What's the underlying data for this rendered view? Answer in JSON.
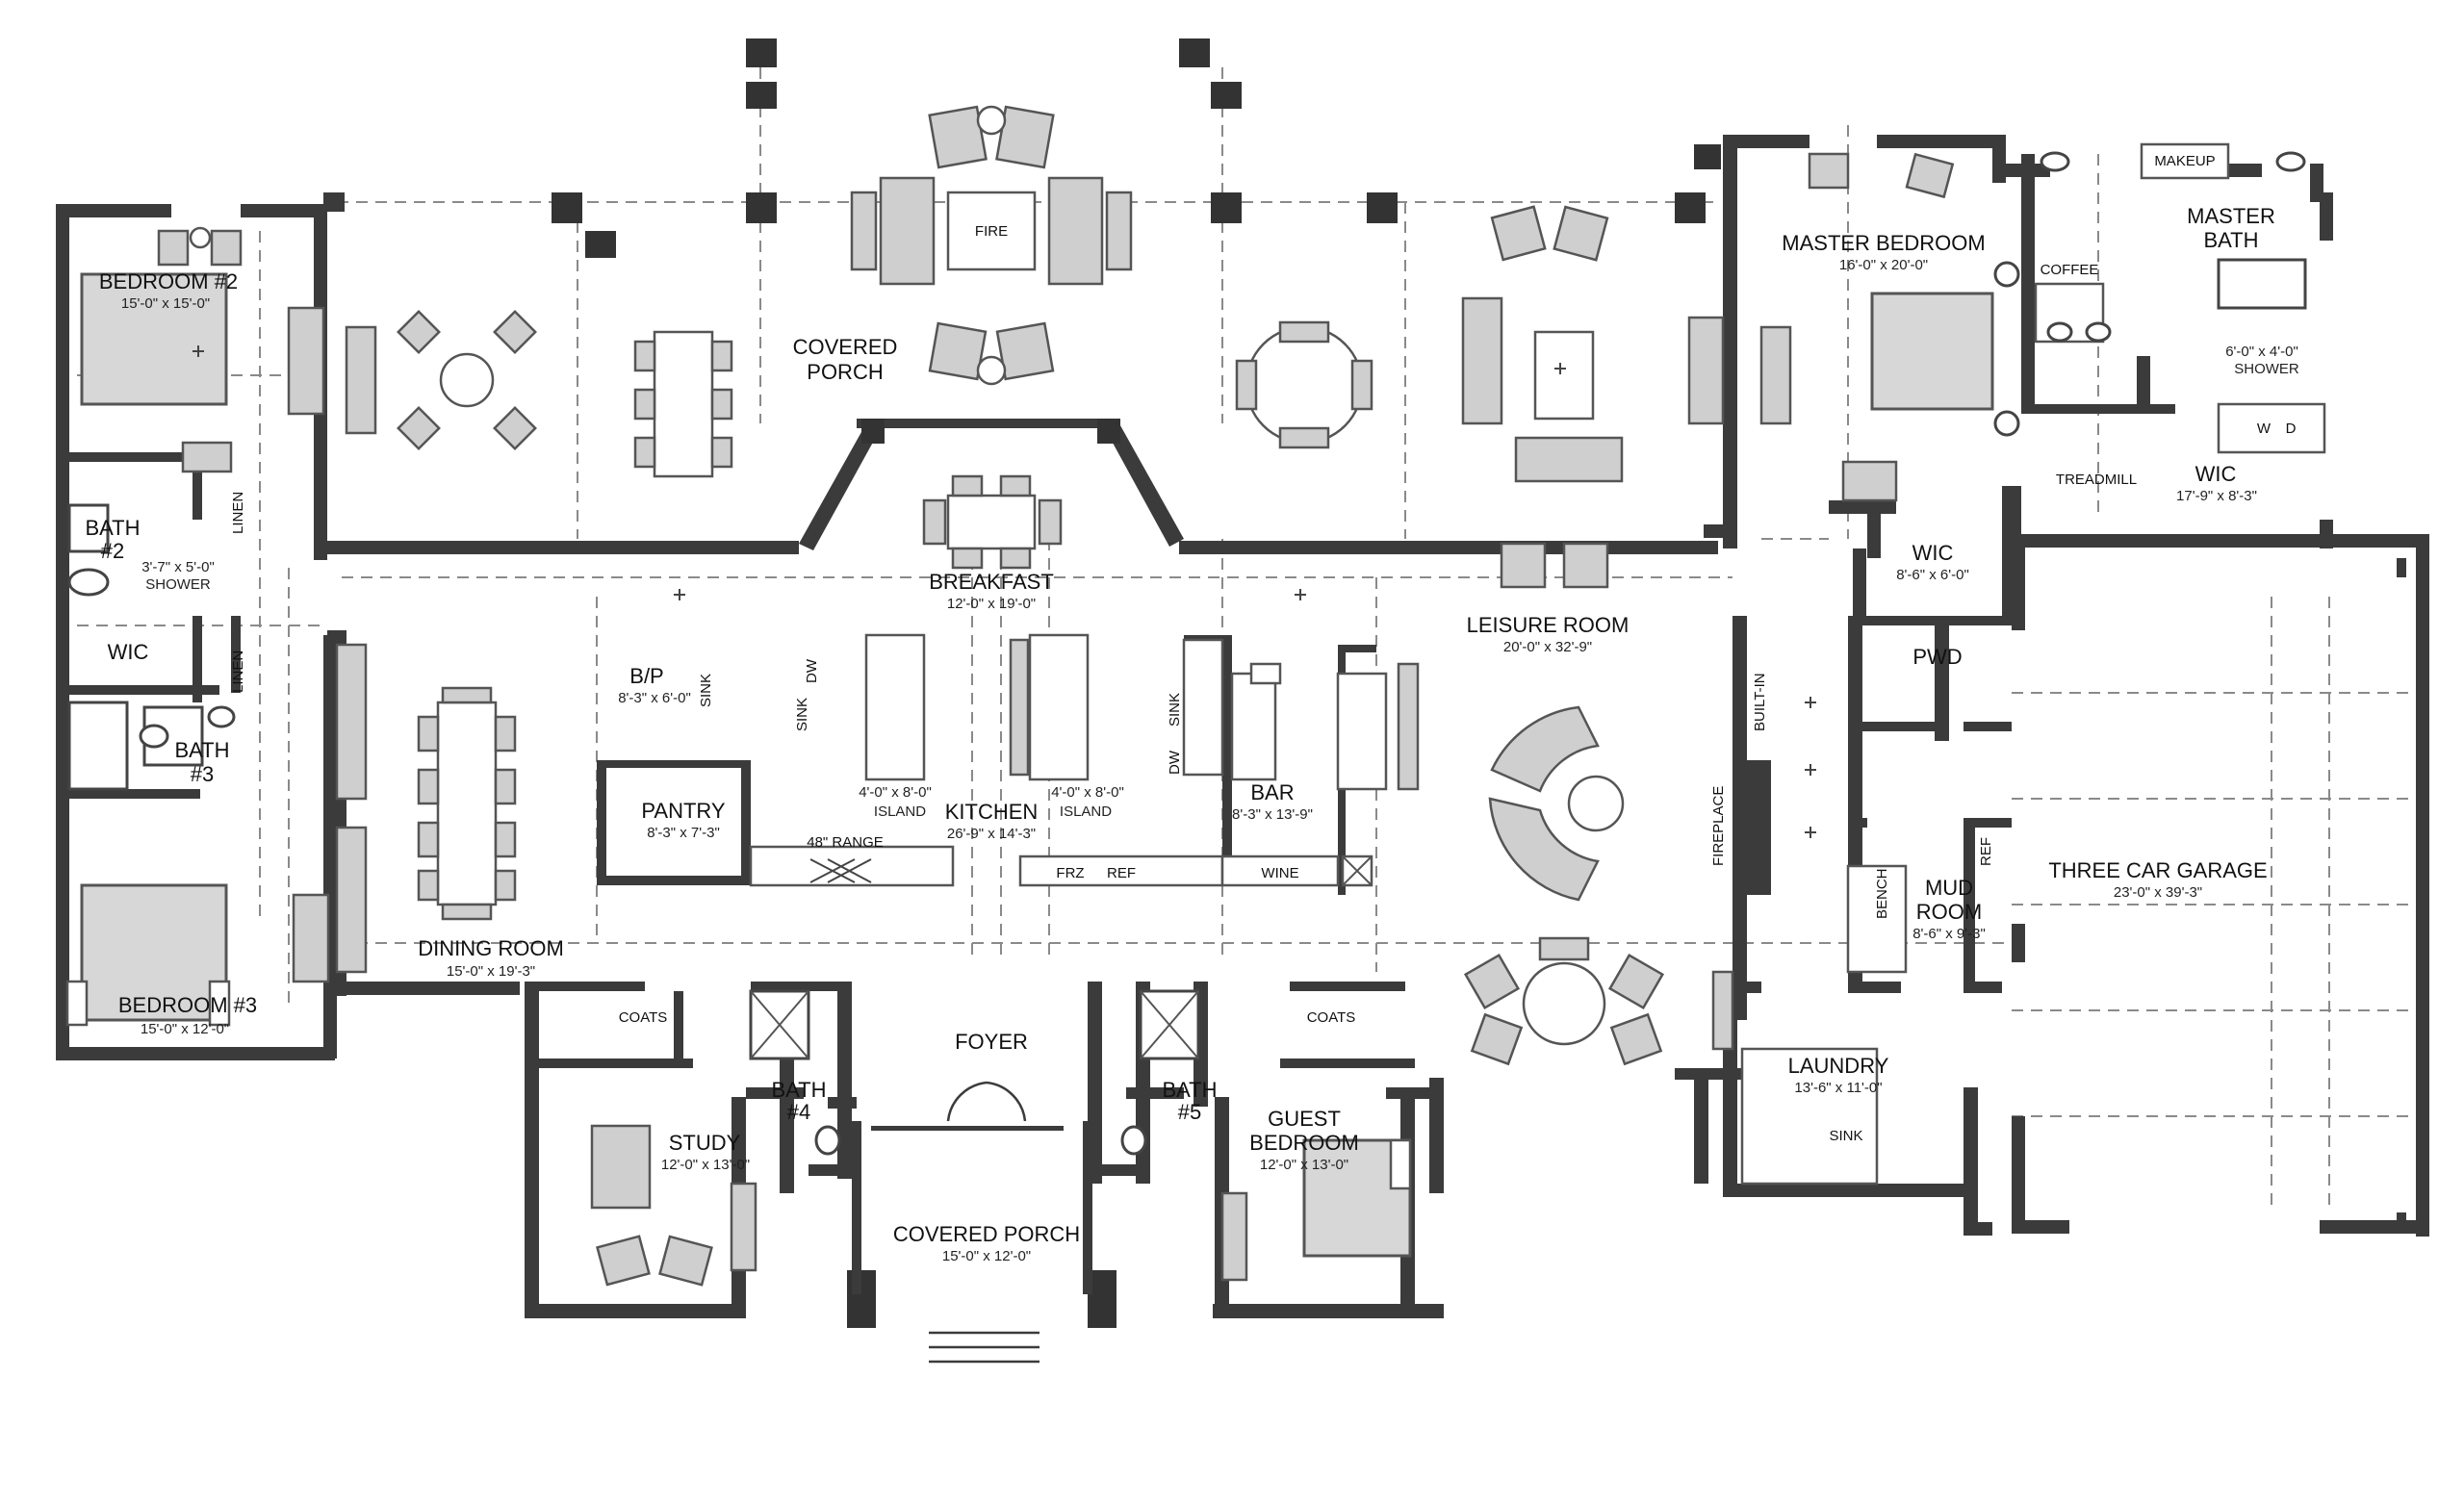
{
  "rooms": {
    "bedroom2": {
      "name": "BEDROOM #2",
      "dim": "15'-0\" x 15'-0\""
    },
    "bedroom3": {
      "name": "BEDROOM #3",
      "dim": "15'-0\" x 12'-0\""
    },
    "bath2": {
      "name": "BATH",
      "num": "#2",
      "shower_dim": "3'-7\" x 5'-0\"",
      "shower": "SHOWER"
    },
    "bath3": {
      "name": "BATH",
      "num": "#3"
    },
    "bath4": {
      "name": "BATH",
      "num": "#4"
    },
    "bath5": {
      "name": "BATH",
      "num": "#5"
    },
    "wic_left": {
      "name": "WIC"
    },
    "covered_porch_rear": {
      "line1": "COVERED",
      "line2": "PORCH"
    },
    "fire": {
      "name": "FIRE"
    },
    "breakfast": {
      "name": "BREAKFAST",
      "dim": "12'-0\" x 19'-0\""
    },
    "bp": {
      "name": "B/P",
      "dim": "8'-3\" x 6'-0\""
    },
    "pantry": {
      "name": "PANTRY",
      "dim": "8'-3\" x 7'-3\""
    },
    "kitchen": {
      "name": "KITCHEN",
      "dim": "26'-9\" x 14'-3\""
    },
    "island_left": {
      "dim": "4'-0\" x 8'-0\"",
      "name": "ISLAND"
    },
    "island_right": {
      "dim": "4'-0\" x 8'-0\"",
      "name": "ISLAND"
    },
    "bar": {
      "name": "BAR",
      "dim": "8'-3\" x 13'-9\""
    },
    "dining": {
      "name": "DINING ROOM",
      "dim": "15'-0\" x 19'-3\""
    },
    "foyer": {
      "name": "FOYER"
    },
    "study": {
      "name": "STUDY",
      "dim": "12'-0\" x 13'-0\""
    },
    "guest": {
      "line1": "GUEST",
      "line2": "BEDROOM",
      "dim": "12'-0\" x 13'-0\""
    },
    "covered_porch_front": {
      "name": "COVERED PORCH",
      "dim": "15'-0\" x 12'-0\""
    },
    "leisure": {
      "name": "LEISURE ROOM",
      "dim": "20'-0\" x 32'-9\""
    },
    "master_bedroom": {
      "name": "MASTER BEDROOM",
      "dim": "16'-0\" x 20'-0\""
    },
    "master_bath": {
      "line1": "MASTER",
      "line2": "BATH"
    },
    "wic_master": {
      "name": "WIC",
      "dim": "17'-9\" x 8'-3\""
    },
    "wic_small": {
      "name": "WIC",
      "dim": "8'-6\" x 6'-0\""
    },
    "shower_master": {
      "dim": "6'-0\" x 4'-0\"",
      "name": "SHOWER"
    },
    "pwd": {
      "name": "PWD"
    },
    "mud": {
      "line1": "MUD",
      "line2": "ROOM",
      "dim": "8'-6\" x 9'-3\""
    },
    "laundry": {
      "name": "LAUNDRY",
      "dim": "13'-6\" x 11'-0\""
    },
    "garage": {
      "name": "THREE CAR GARAGE",
      "dim": "23'-0\" x 39'-3\""
    }
  },
  "labels": {
    "linen": "LINEN",
    "sink": "SINK",
    "dw": "DW",
    "range": "48\" RANGE",
    "frz": "FRZ",
    "ref": "REF",
    "wine": "WINE",
    "coats": "COATS",
    "fireplace": "FIREPLACE",
    "builtin": "BUILT-IN",
    "bench": "BENCH",
    "makeup": "MAKEUP",
    "coffee": "COFFEE",
    "treadmill": "TREADMILL",
    "w": "W",
    "d": "D"
  }
}
